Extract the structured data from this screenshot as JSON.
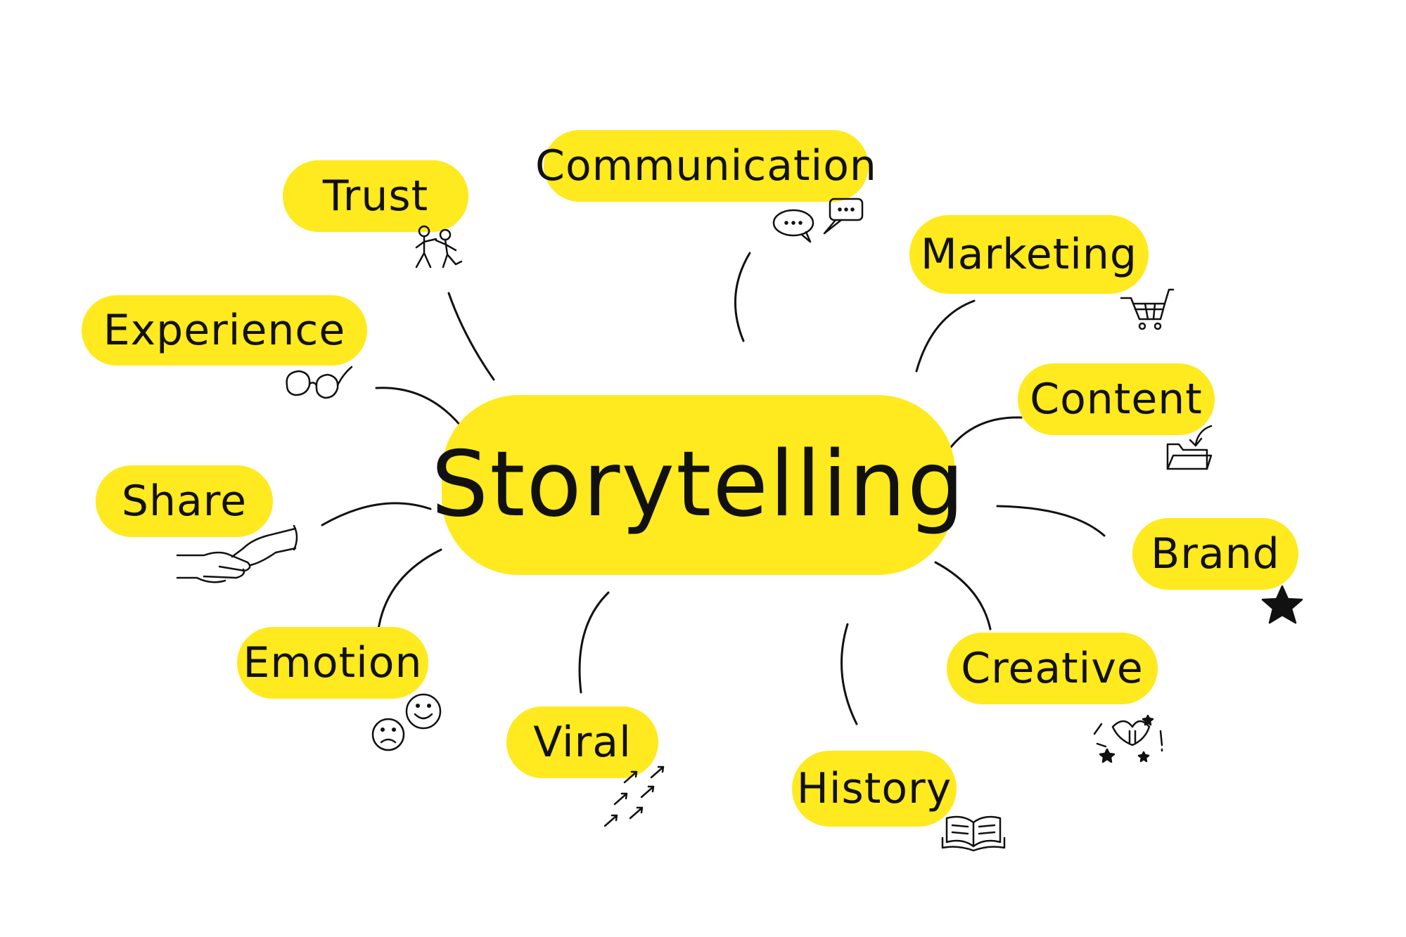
{
  "diagram": {
    "center": {
      "label": "Storytelling"
    },
    "nodes": [
      {
        "id": "communication",
        "label": "Communication",
        "icon": "speech-bubbles-icon"
      },
      {
        "id": "trust",
        "label": "Trust",
        "icon": "stick-figures-icon"
      },
      {
        "id": "marketing",
        "label": "Marketing",
        "icon": "shopping-cart-icon"
      },
      {
        "id": "experience",
        "label": "Experience",
        "icon": "glasses-icon"
      },
      {
        "id": "content",
        "label": "Content",
        "icon": "folder-icon"
      },
      {
        "id": "share",
        "label": "Share",
        "icon": "handshake-icon"
      },
      {
        "id": "brand",
        "label": "Brand",
        "icon": "star-icon"
      },
      {
        "id": "emotion",
        "label": "Emotion",
        "icon": "faces-icon"
      },
      {
        "id": "creative",
        "label": "Creative",
        "icon": "sparkle-doodle-icon"
      },
      {
        "id": "viral",
        "label": "Viral",
        "icon": "arrows-icon"
      },
      {
        "id": "history",
        "label": "History",
        "icon": "book-icon"
      }
    ]
  },
  "colors": {
    "pill": "#ffe91f",
    "ink": "#111111",
    "background": "#ffffff"
  }
}
